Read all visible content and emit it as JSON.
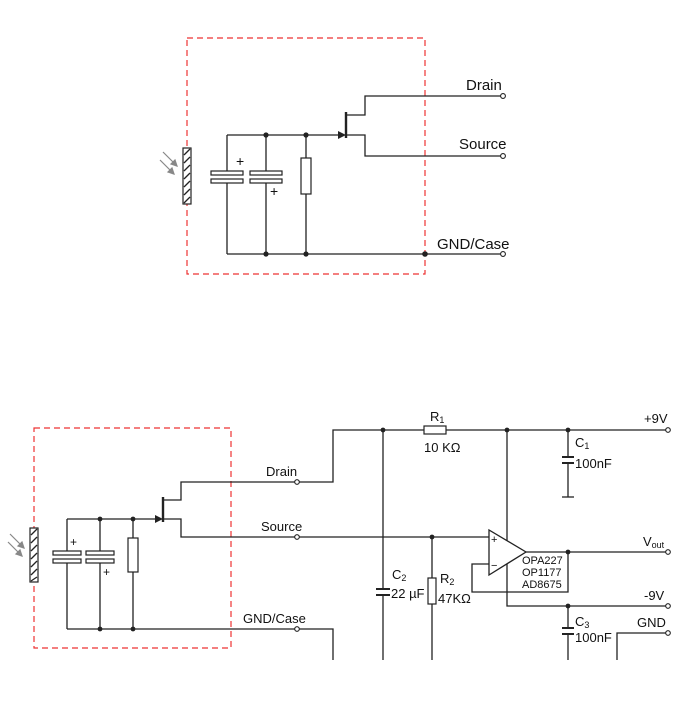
{
  "top": {
    "drain": "Drain",
    "source": "Source",
    "gnd": "GND/Case",
    "plus1": "+",
    "plus2": "+"
  },
  "bottom": {
    "drain": "Drain",
    "source": "Source",
    "gnd_case": "GND/Case",
    "plus1": "+",
    "plus2": "+",
    "r1_name": "R",
    "r1_sub": "1",
    "r1_value": "10 KΩ",
    "c1_name": "C",
    "c1_sub": "1",
    "c1_value": "100nF",
    "c2_name": "C",
    "c2_sub": "2",
    "c2_value": "22 µF",
    "r2_name": "R",
    "r2_sub": "2",
    "r2_value": "47KΩ",
    "c3_name": "C",
    "c3_sub": "3",
    "c3_value": "100nF",
    "vpos": "+9V",
    "vneg": "-9V",
    "vout_main": "V",
    "vout_sub": "out",
    "gnd": "GND",
    "opamp_plus": "+",
    "opamp_minus": "−",
    "opamp_models": [
      "OPA227",
      "OP1177",
      "AD8675"
    ]
  }
}
